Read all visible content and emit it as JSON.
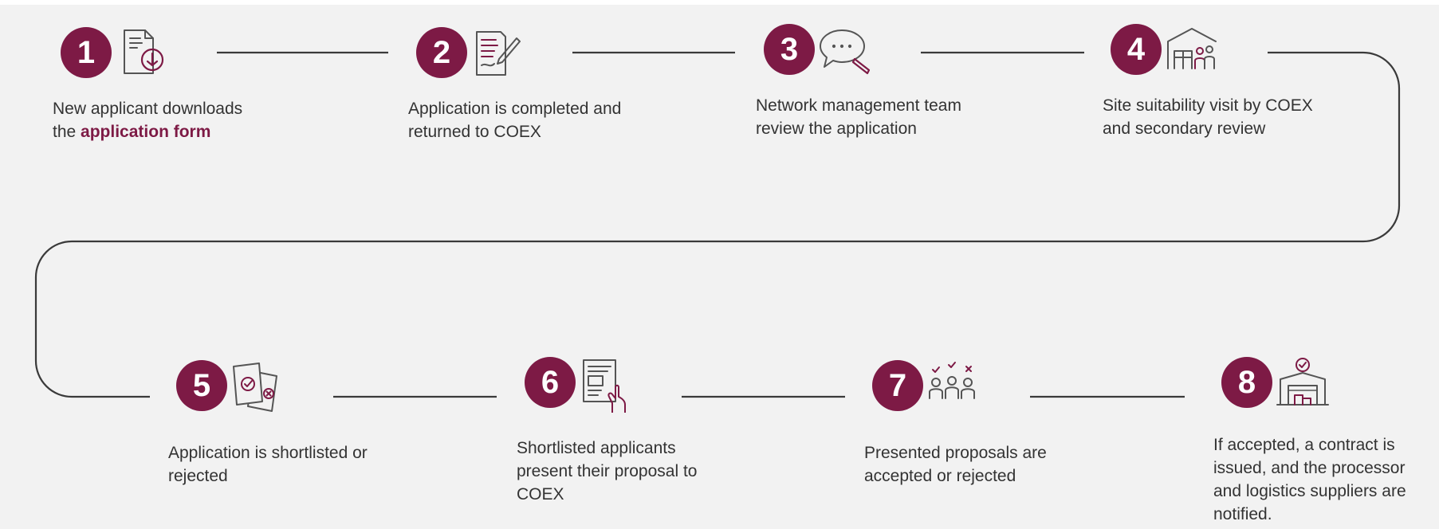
{
  "colors": {
    "accent": "#7d1a45",
    "text": "#333333",
    "line": "#3a3a3a",
    "background": "#f2f2f2"
  },
  "steps": [
    {
      "number": "1",
      "icon": "document-download-icon",
      "text": "New applicant downloads the",
      "link": "application form"
    },
    {
      "number": "2",
      "icon": "document-pen-icon",
      "text": "Application is completed and returned to COEX"
    },
    {
      "number": "3",
      "icon": "speech-bubble-pen-icon",
      "text": "Network management team review the application"
    },
    {
      "number": "4",
      "icon": "warehouse-people-icon",
      "text": "Site suitability visit by COEX and secondary review"
    },
    {
      "number": "5",
      "icon": "documents-check-reject-icon",
      "text": "Application is shortlisted or rejected"
    },
    {
      "number": "6",
      "icon": "hand-presenting-document-icon",
      "text": "Shortlisted applicants present their proposal to COEX"
    },
    {
      "number": "7",
      "icon": "group-votes-icon",
      "text": "Presented proposals are accepted or rejected"
    },
    {
      "number": "8",
      "icon": "warehouse-approved-icon",
      "text": "If accepted, a contract is issued, and the processor and logistics suppliers are notified."
    }
  ]
}
